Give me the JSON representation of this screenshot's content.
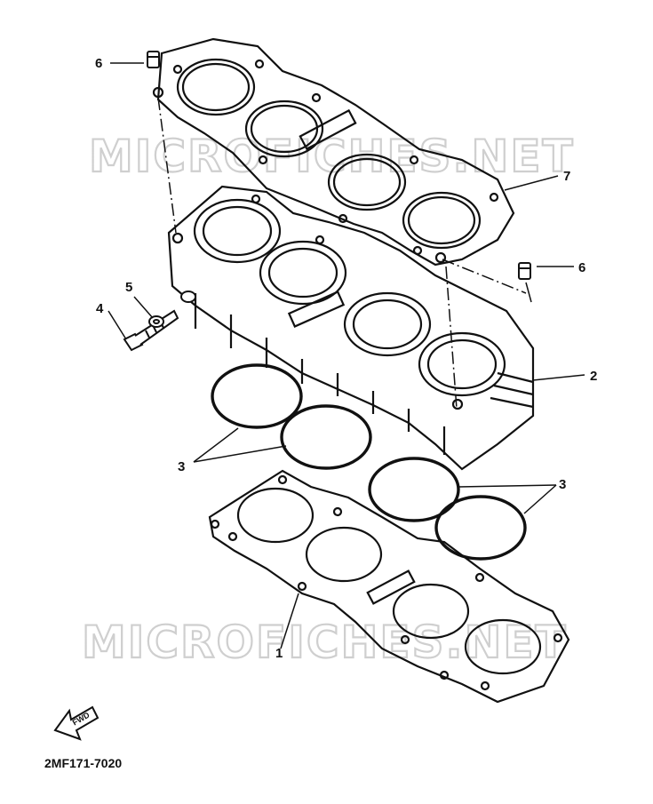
{
  "watermark": "MICROFICHES.NET",
  "callouts": {
    "c1": "1",
    "c2": "2",
    "c3a": "3",
    "c3b": "3",
    "c4": "4",
    "c5": "5",
    "c6a": "6",
    "c6b": "6",
    "c7": "7"
  },
  "direction_label": "FWD",
  "diagram_code": "2MF171-7020"
}
